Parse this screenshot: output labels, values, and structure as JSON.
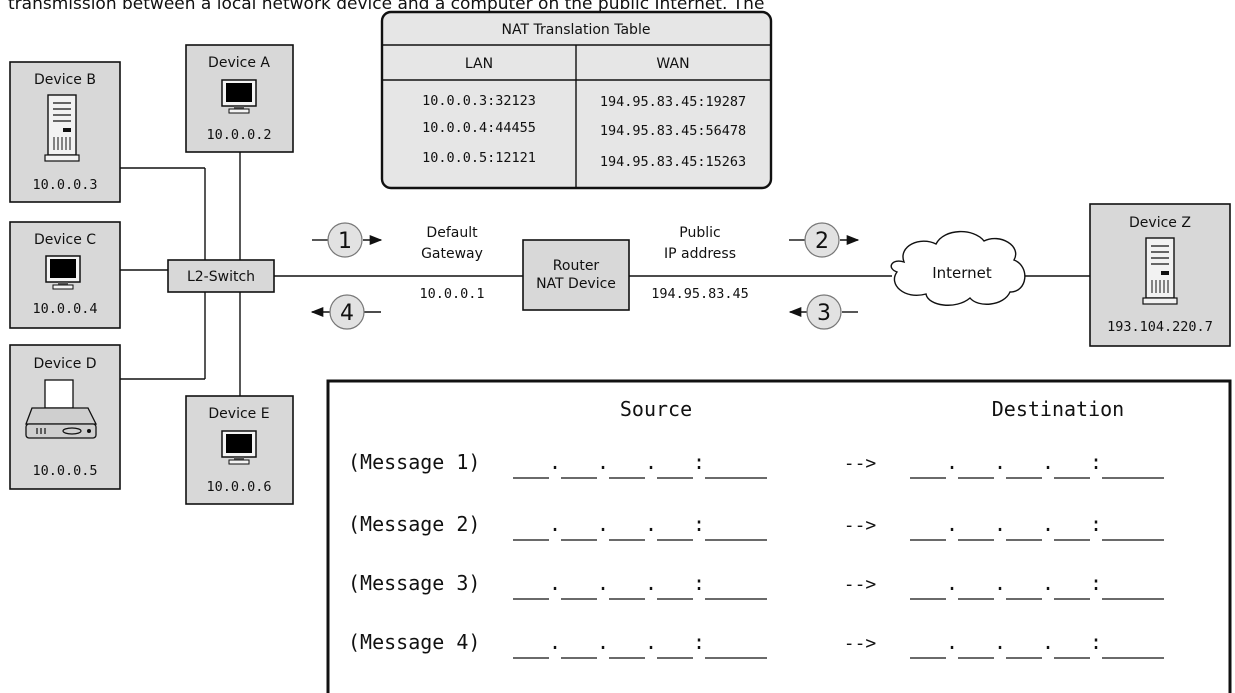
{
  "top_caption": "transmission between a local network device and a computer on the public Internet. The",
  "nat_table": {
    "title": "NAT Translation Table",
    "columns": [
      "LAN",
      "WAN"
    ],
    "rows": [
      {
        "lan": "10.0.0.3:32123",
        "wan": "194.95.83.45:19287"
      },
      {
        "lan": "10.0.0.4:44455",
        "wan": "194.95.83.45:56478"
      },
      {
        "lan": "10.0.0.5:12121",
        "wan": "194.95.83.45:15263"
      }
    ]
  },
  "devices": {
    "a": {
      "name": "Device A",
      "ip": "10.0.0.2",
      "icon": "monitor-icon"
    },
    "b": {
      "name": "Device B",
      "ip": "10.0.0.3",
      "icon": "server-icon"
    },
    "c": {
      "name": "Device C",
      "ip": "10.0.0.4",
      "icon": "monitor-icon"
    },
    "d": {
      "name": "Device D",
      "ip": "10.0.0.5",
      "icon": "printer-icon"
    },
    "e": {
      "name": "Device E",
      "ip": "10.0.0.6",
      "icon": "monitor-icon"
    },
    "z": {
      "name": "Device Z",
      "ip": "193.104.220.7",
      "icon": "server-icon"
    }
  },
  "switch": {
    "label": "L2-Switch"
  },
  "router": {
    "line1": "Router",
    "line2": "NAT Device"
  },
  "internet": {
    "label": "Internet"
  },
  "gateway": {
    "line1": "Default",
    "line2": "Gateway",
    "ip": "10.0.0.1"
  },
  "public": {
    "line1": "Public",
    "line2": "IP address",
    "ip": "194.95.83.45"
  },
  "arrows": {
    "m1": "1",
    "m2": "2",
    "m3": "3",
    "m4": "4"
  },
  "worksheet": {
    "source_header": "Source",
    "destination_header": "Destination",
    "arrow_text": "-->",
    "messages": [
      "(Message 1)",
      "(Message 2)",
      "(Message 3)",
      "(Message 4)"
    ]
  },
  "colors": {
    "box_fill": "#d8d8d8",
    "table_fill": "#e6e6e6",
    "circle_fill": "#e2e2e2"
  }
}
